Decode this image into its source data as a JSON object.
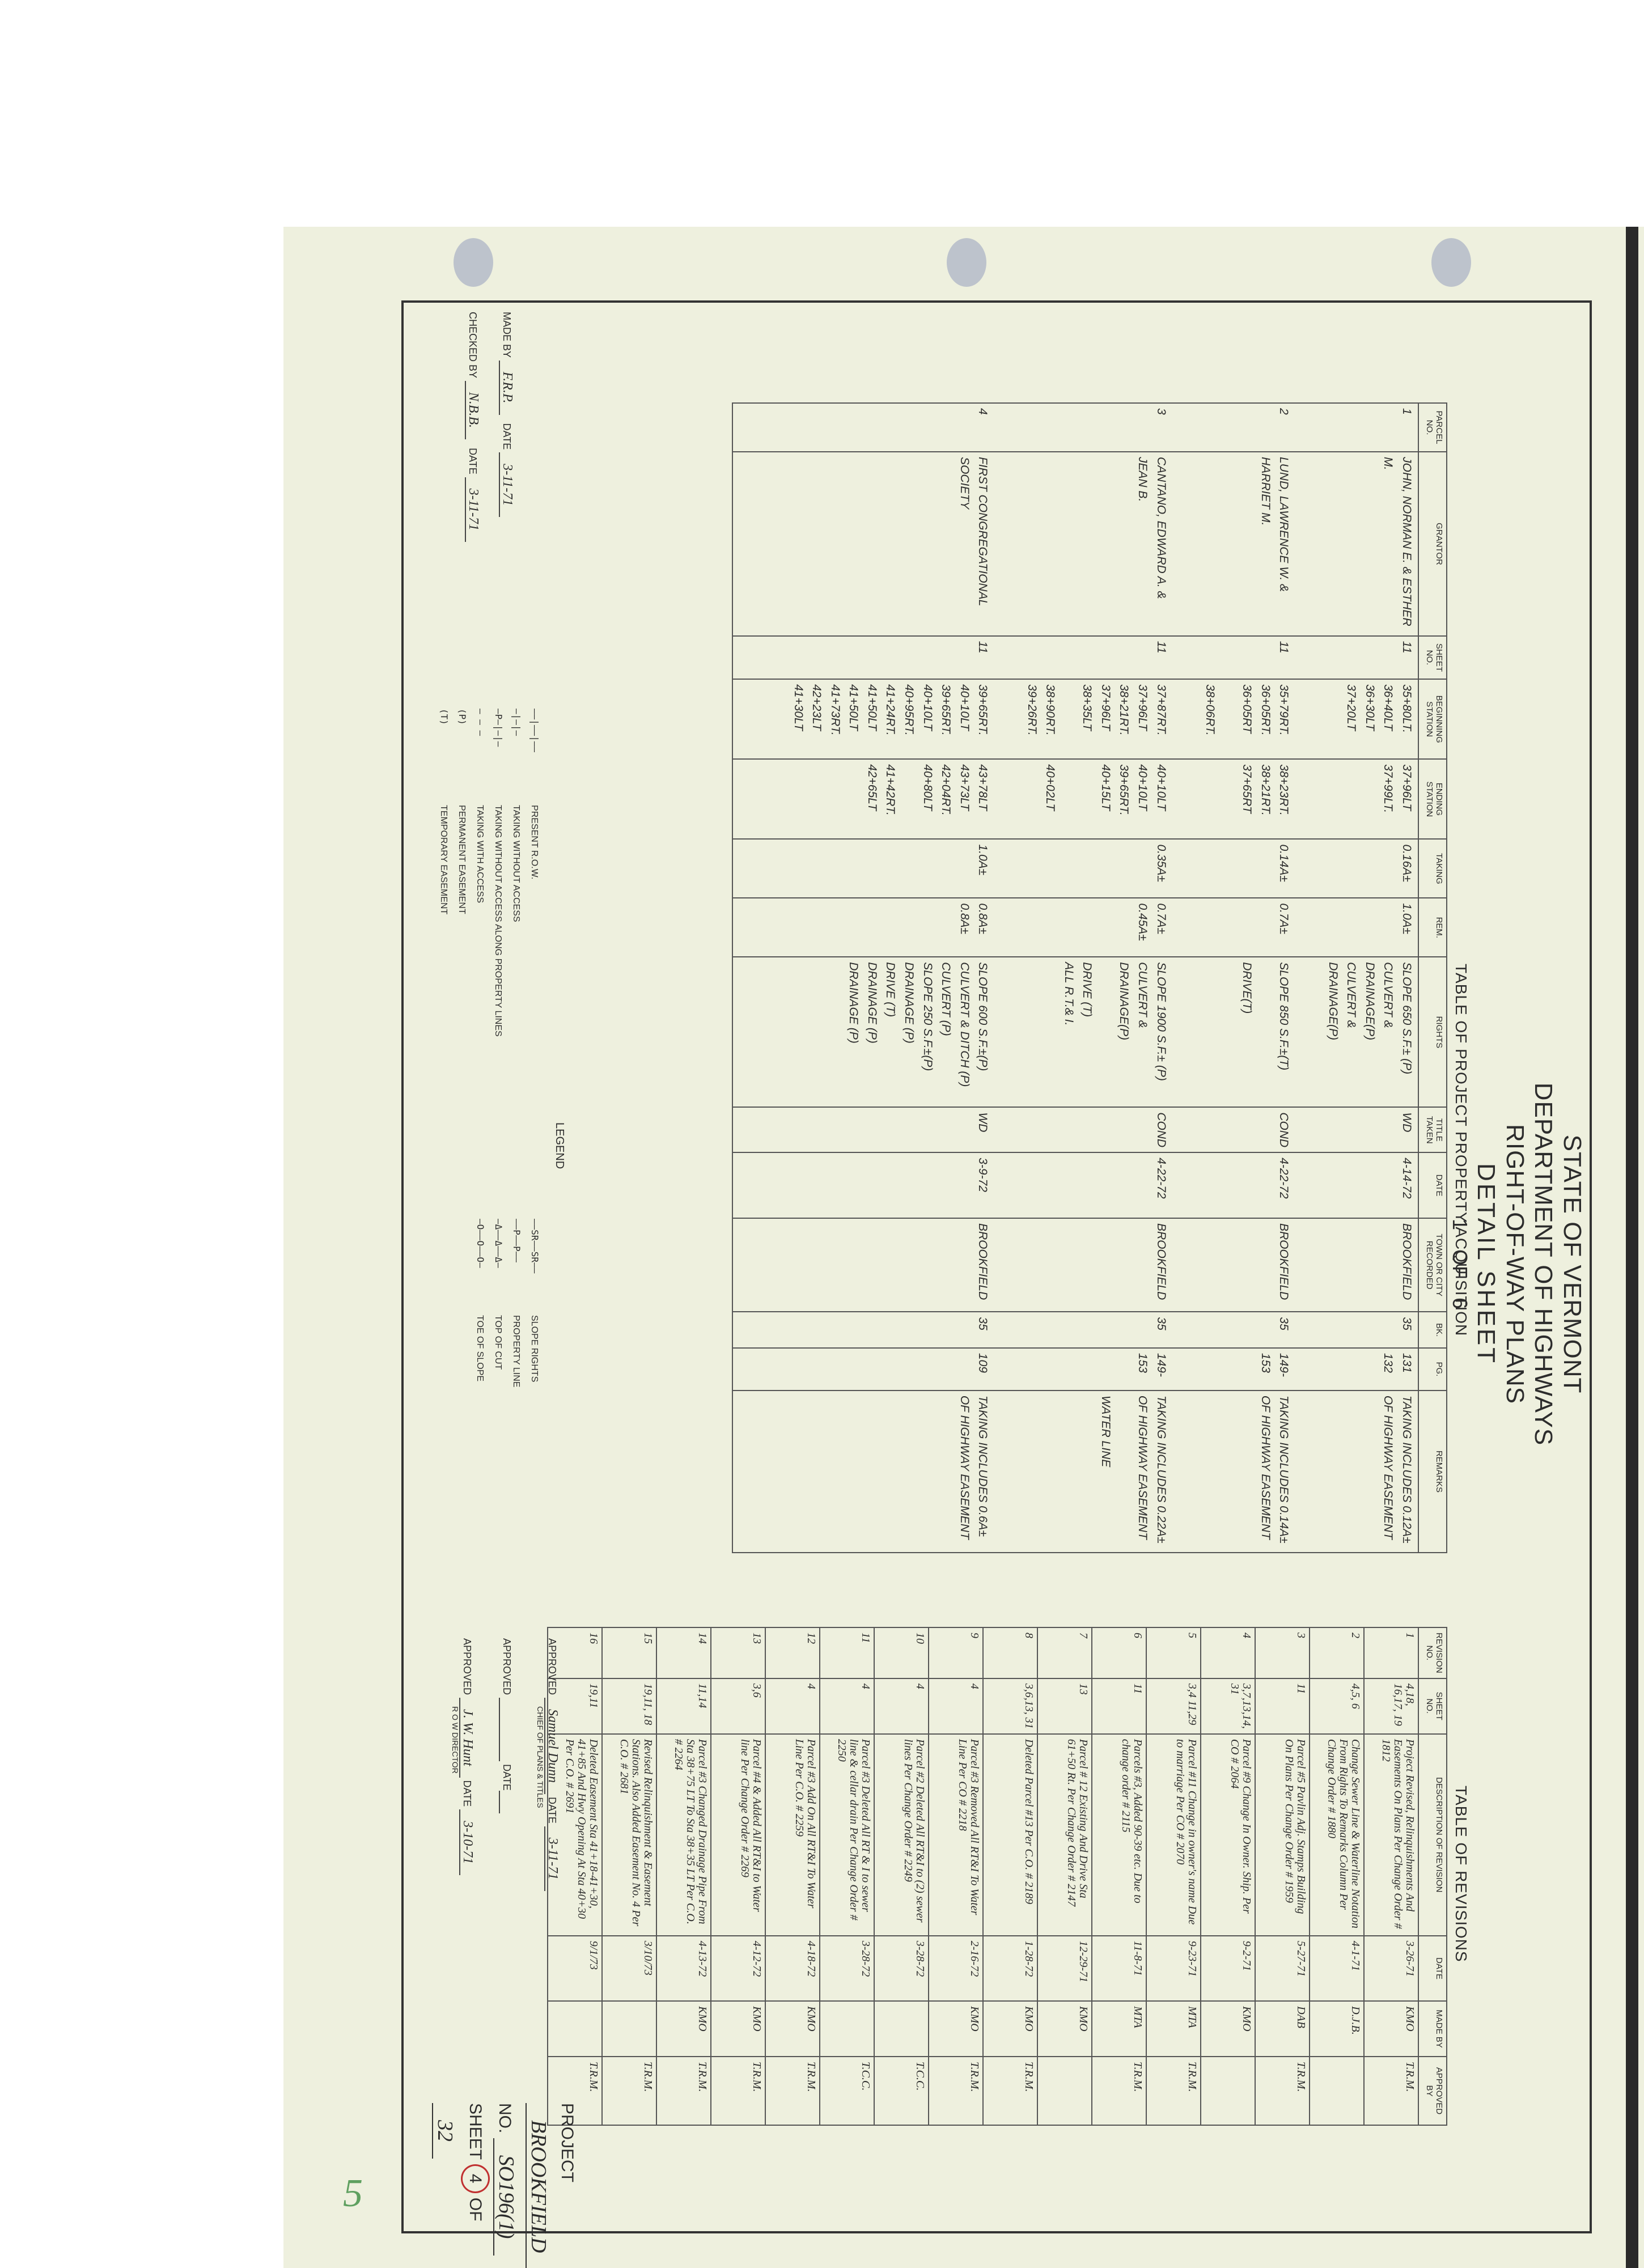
{
  "header": {
    "state": "STATE OF VERMONT",
    "dept": "DEPARTMENT OF HIGHWAYS",
    "plans": "RIGHT-OF-WAY PLANS",
    "detail": "DETAIL SHEET",
    "sheet_num": "1",
    "of": "OF",
    "sheet_total": "6"
  },
  "acquisition": {
    "title": "TABLE OF PROJECT PROPERTY ACQUISITION",
    "columns": [
      "PARCEL NO.",
      "GRANTOR",
      "SHEET NO.",
      "BEGINNING STATION",
      "ENDING STATION",
      "TAKING",
      "REM.",
      "RIGHTS",
      "TITLE TAKEN",
      "DATE",
      "TOWN OR CITY RECORDED",
      "BK.",
      "PG.",
      "REMARKS"
    ],
    "rows": [
      [
        "1",
        "JOHN, NORMAN E. & ESTHER M.",
        "11",
        "35+80LT.\n36+40LT\n36+30LT\n37+20LT",
        "37+96LT\n37+99LT.",
        "0.16A±",
        "1.0A±",
        "SLOPE 650 S.F.± (P)\nCULVERT & DRAINAGE(P)\nCULVERT & DRAINAGE(P)",
        "WD",
        "4-14-72",
        "BROOKFIELD",
        "35",
        "131\n132",
        "TAKING INCLUDES 0.12A±\nOF HIGHWAY EASEMENT"
      ],
      [
        "2",
        "LUND, LAWRENCE W. & HARRIET M.",
        "11",
        "35+79RT.\n36+05RT.\n36+05RT\n\n38+06RT.",
        "38+23RT.\n38+21RT.\n37+65RT",
        "0.14A±",
        "0.7A±",
        "SLOPE 850 S.F.±(T)\n\nDRIVE(T)",
        "COND",
        "4-22-72",
        "BROOKFIELD",
        "35",
        "149-\n153",
        "TAKING INCLUDES 0.14A±\nOF HIGHWAY EASEMENT"
      ],
      [
        "3",
        "CANTANO, EDWARD A. & JEAN B.",
        "11",
        "37+87RT.\n37+96LT\n38+21RT.\n37+96LT\n38+35LT\n\n38+90RT.\n39+26RT.",
        "40+10LT\n40+10LT\n39+65RT.\n40+15LT\n\n\n40+02LT",
        "0.35A±",
        "0.7A±\n0.45A±",
        "SLOPE 1900 S.F.± (P)\nCULVERT & DRAINAGE(P)\n\nDRIVE (T)\nALL R.T.& I.",
        "COND",
        "4-22-72",
        "BROOKFIELD",
        "35",
        "149-\n153",
        "TAKING INCLUDES 0.22A±\nOF HIGHWAY EASEMENT\n\nWATER LINE"
      ],
      [
        "4",
        "FIRST CONGREGATIONAL SOCIETY",
        "11",
        "39+65RT.\n40+10LT\n39+65RT.\n40+10LT\n40+95RT.\n41+24RT.\n41+50LT\n41+50LT\n41+73RT.\n42+23LT\n41+30LT",
        "43+78LT\n43+73LT\n42+04RT.\n40+80LT\n\n41+42RT.\n42+65LT",
        "1.0A±",
        "0.8A±\n0.8A±",
        "SLOPE 600 S.F.±(P)\nCULVERT & DITCH (P)\nCULVERT (P)\nSLOPE 250 S.F.±(P)\nDRAINAGE (P)\nDRIVE (T)\nDRAINAGE (P)\nDRAINAGE (P)",
        "WD",
        "3-9-72",
        "BROOKFIELD",
        "35",
        "109",
        "TAKING INCLUDES 0.6A±\nOF HIGHWAY EASEMENT"
      ]
    ]
  },
  "revisions": {
    "title": "TABLE OF REVISIONS",
    "columns": [
      "REVISION NO.",
      "SHEET NO.",
      "DESCRIPTION OF REVISION",
      "DATE",
      "MADE BY",
      "APPROVED BY"
    ],
    "rows": [
      [
        "1",
        "4,18, 16,17, 19",
        "Project Revised, Relinquishments And Easements On Plans Per Change Order # 1812",
        "3-26-71",
        "KMO",
        "T.R.M."
      ],
      [
        "2",
        "4,5, 6",
        "Change Sewer Line & Waterline Notation From Rights To Remarks Column Per Change Order # 1880",
        "4-1-71",
        "D.J.B.",
        ""
      ],
      [
        "3",
        "11",
        "Parcel #5 Pavlin Adj. Stamps Building On Plans Per Change Order # 1959",
        "5-27-71",
        "DAB",
        "T.R.M."
      ],
      [
        "4",
        "3,7,13,14, 31",
        "Parcel #9 Change In Owner. Ship. Per CO # 2064",
        "9-2-71",
        "KMO",
        ""
      ],
      [
        "5",
        "3,4 11,29",
        "Parcel #11 Change in owner's name Due to marriage Per CO # 2070",
        "9-23-71",
        "MTA",
        "T.R.M."
      ],
      [
        "6",
        "11",
        "Parcels #3, Added 90-39 etc. Due to change order # 2115",
        "11-8-71",
        "MTA",
        "T.R.M."
      ],
      [
        "7",
        "13",
        "Parcel # 12 Existing And Drive Sta 61+50 Rt. Per Change Order # 2147",
        "12-29-71",
        "KMO",
        ""
      ],
      [
        "8",
        "3,6,13, 31",
        "Deleted Parcel #13 Per C.O. # 2189",
        "1-28-72",
        "KMO",
        "T.R.M."
      ],
      [
        "9",
        "4",
        "Parcel #3 Removed All RT&I To Water Line Per CO # 2218",
        "2-16-72",
        "KMO",
        "T.R.M."
      ],
      [
        "10",
        "4",
        "Parcel #2 Deleted All RT&I to (2) sewer lines Per Change Order # 2249",
        "3-28-72",
        "",
        "T.C.C."
      ],
      [
        "11",
        "4",
        "Parcel #3 Deleted All RT & I to sewer line & cellar drain Per Change Order # 2250",
        "3-28-72",
        "",
        "T.C.C."
      ],
      [
        "12",
        "4",
        "Parcel #3 Add On All RT&I To Water Line Per C.O. # 2259",
        "4-18-72",
        "KMO",
        "T.R.M."
      ],
      [
        "13",
        "3,6",
        "Parcel #4 & Added All RT&I to Water line Per Change Order # 2269",
        "4-12-72",
        "KMO",
        "T.R.M."
      ],
      [
        "14",
        "11,14",
        "Parcel #3 Changed Drainage Pipe From Sta 38+75 LT To Sta 38+35 LT Per C.O. # 2264",
        "4-13-72",
        "KMO",
        "T.R.M."
      ],
      [
        "15",
        "19,11, 18",
        "Revised Relinquishment & Easement Stations. Also Added Easement No. 4 Per C.O. # 2681",
        "3/10/73",
        "",
        "T.R.M."
      ],
      [
        "16",
        "19,11",
        "Deleted Easement Sta 41+18-41+30, 41+85 And Hwy Opening At Sta 40+30 Per C.O. # 2691",
        "9/1/73",
        "",
        "T.R.M."
      ]
    ]
  },
  "legend": {
    "title": "LEGEND",
    "items": [
      {
        "sym": "——|——|——",
        "label": "PRESENT R.O.W."
      },
      {
        "sym": "—|—|—",
        "label": "TAKING WITHOUT ACCESS"
      },
      {
        "sym": "—P—|—|—",
        "label": "TAKING WITHOUT ACCESS ALONG PROPERTY LINES"
      },
      {
        "sym": "— — —",
        "label": "TAKING WITH ACCESS"
      },
      {
        "sym": "(P)",
        "label": "PERMANENT EASEMENT"
      },
      {
        "sym": "(T)",
        "label": "TEMPORARY EASEMENT"
      },
      {
        "sym": "——SR——SR——",
        "label": "SLOPE RIGHTS"
      },
      {
        "sym": "——P——P——",
        "label": "PROPERTY LINE"
      },
      {
        "sym": "—Δ——Δ——Δ—",
        "label": "TOP OF CUT"
      },
      {
        "sym": "—O——O——O—",
        "label": "TOE OF SLOPE"
      }
    ]
  },
  "made_by": {
    "label": "MADE BY",
    "value": "F.R.P.",
    "date_label": "DATE",
    "date": "3-11-71"
  },
  "checked_by": {
    "label": "CHECKED BY",
    "value": "N.B.B.",
    "date_label": "DATE",
    "date": "3-11-71"
  },
  "approvals": {
    "approved_1": {
      "label": "APPROVED",
      "name": "Samuel Dunn",
      "title": "CHIEF OF PLANS & TITLES",
      "date_label": "DATE",
      "date": "3-11-71"
    },
    "approved_2": {
      "label": "APPROVED",
      "title": "",
      "date_label": "DATE",
      "date": ""
    },
    "approved_3": {
      "label": "APPROVED",
      "name": "J. W. Hunt",
      "title": "R O W DIRECTOR",
      "date_label": "DATE",
      "date": "3-10-71"
    }
  },
  "project": {
    "label": "PROJECT",
    "name": "BROOKFIELD",
    "no_label": "NO.",
    "number": "SO196(1)",
    "sheet_label": "SHEET",
    "sheet": "4",
    "of_label": "OF",
    "total": "32"
  },
  "margin_note": "5"
}
